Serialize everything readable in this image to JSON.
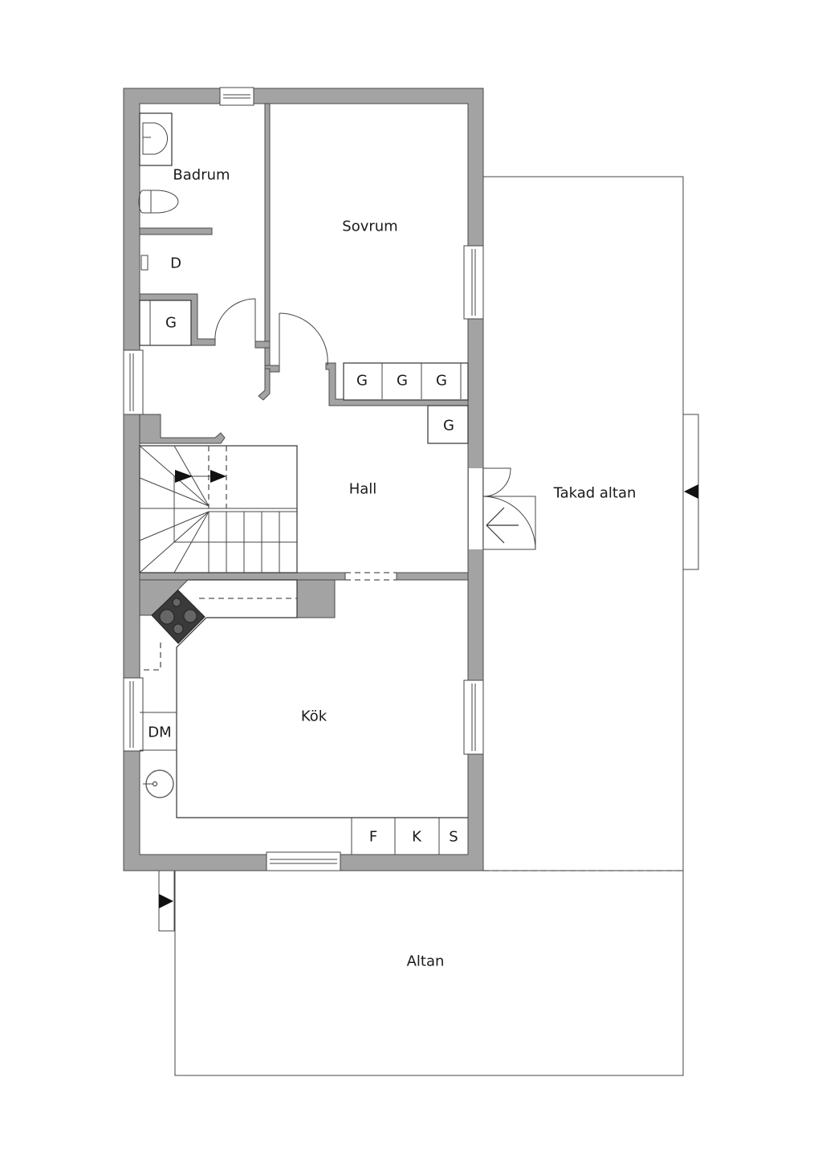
{
  "floorplan": {
    "rooms": {
      "badrum": "Badrum",
      "sovrum": "Sovrum",
      "hall": "Hall",
      "kok": "Kök",
      "takad_altan": "Takad altan",
      "altan": "Altan",
      "dusch": "D"
    },
    "units": {
      "garderob_badrum": "G",
      "garderob_hall_1": "G",
      "garderob_hall_2": "G",
      "garderob_hall_3": "G",
      "garderob_hall_4": "G",
      "diskmaskin": "DM",
      "frys": "F",
      "kyl": "K",
      "skap": "S"
    },
    "colors": {
      "wall_fill": "#a3a3a3",
      "line": "#333333",
      "background": "#ffffff",
      "stove": "#3a3a3a"
    }
  }
}
